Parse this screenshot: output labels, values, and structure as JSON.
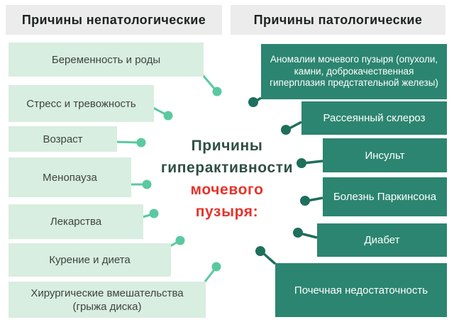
{
  "headers": {
    "left": "Причины непатологические",
    "right": "Причины патологические"
  },
  "center_title": {
    "line1": "Причины",
    "line2": "гиперактивности",
    "line3": "мочевого",
    "line4": "пузыря:"
  },
  "left_items": [
    "Беременность и роды",
    "Стресс и тревожность",
    "Возраст",
    "Менопауза",
    "Лекарства",
    "Курение и диета",
    "Хирургические вмешательства (грыжа диска)"
  ],
  "right_items": [
    "Аномалии мочевого пузыря (опухоли, камни, доброкачественная гиперплазия предстательной железы)",
    "Рассеянный склероз",
    "Инсульт",
    "Болезнь Паркинсона",
    "Диабет",
    "Почечная недостаточность"
  ],
  "colors": {
    "header_bg": "#ececec",
    "header_text": "#1b241e",
    "left_box_bg": "#d8eee0",
    "left_box_text": "#3d433f",
    "left_line": "#5ac9a0",
    "right_box_bg": "#2c8570",
    "right_line": "#1e6f5c",
    "title_dark": "#2f4f45",
    "title_red": "#e6332a"
  }
}
